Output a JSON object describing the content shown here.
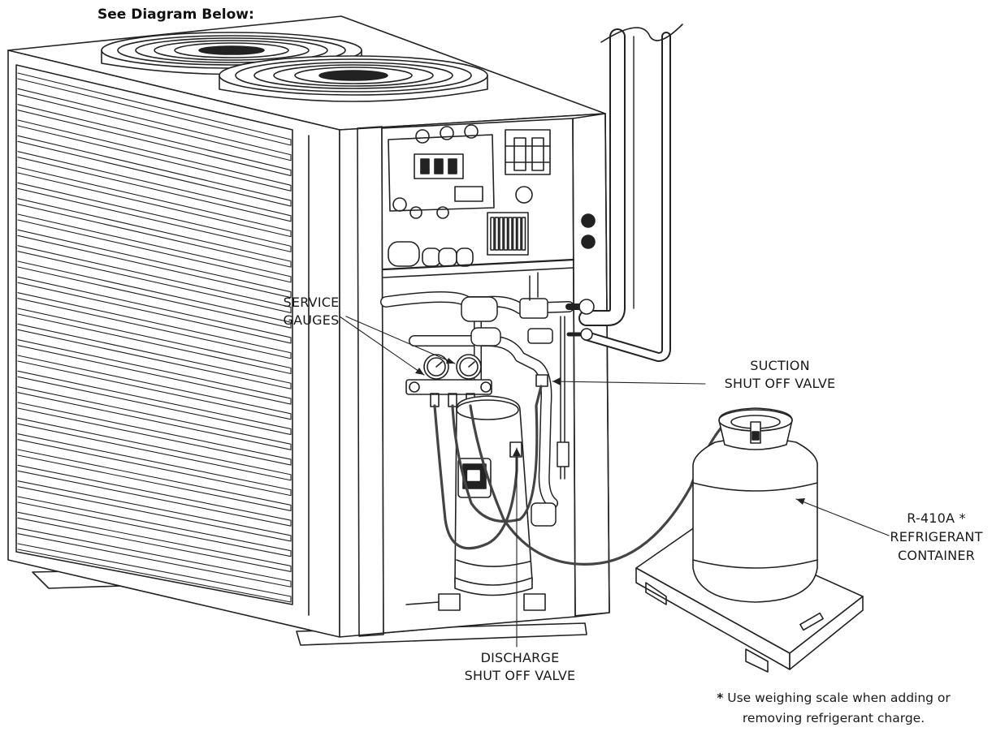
{
  "title": "See Diagram Below:",
  "labels": {
    "service_gauges": [
      "SERVICE",
      "GAUGES"
    ],
    "suction_valve": [
      "SUCTION",
      "SHUT OFF VALVE"
    ],
    "discharge_valve": [
      "DISCHARGE",
      "SHUT OFF VALVE"
    ],
    "refrigerant_container": [
      "R-410A *",
      "REFRIGERANT",
      "CONTAINER"
    ]
  },
  "note": {
    "star": "*",
    "line1": "Use weighing scale when adding or",
    "line2": "removing refrigerant charge."
  }
}
